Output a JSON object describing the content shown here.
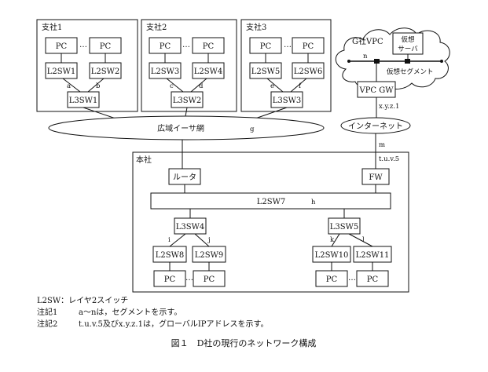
{
  "branches": [
    {
      "title": "支社1",
      "pc": "PC",
      "l2a": "L2SW1",
      "l2b": "L2SW2",
      "l3": "L3SW1",
      "sa": "a",
      "sb": "b"
    },
    {
      "title": "支社2",
      "pc": "PC",
      "l2a": "L2SW3",
      "l2b": "L2SW4",
      "l3": "L3SW2",
      "sa": "c",
      "sb": "d"
    },
    {
      "title": "支社3",
      "pc": "PC",
      "l2a": "L2SW5",
      "l2b": "L2SW6",
      "l3": "L3SW3",
      "sa": "e",
      "sb": "f"
    }
  ],
  "ellipsis": "…",
  "wan": {
    "label": "広域イーサ網",
    "seg": "g"
  },
  "vpc": {
    "title": "G社VPC",
    "server": "仮想\nサーバ",
    "seg": "n",
    "segment_label": "仮想セグメント",
    "gw": "VPC GW",
    "gw_addr": "x.y.z.1"
  },
  "internet": {
    "label": "インターネット",
    "seg": "m",
    "addr": "t.u.v.5"
  },
  "hq": {
    "title": "本社",
    "router": "ルータ",
    "fw": "FW",
    "l2sw7": "L2SW7",
    "seg_h": "h",
    "left": {
      "l3": "L3SW4",
      "sa": "i",
      "sb": "j",
      "l2a": "L2SW8",
      "l2b": "L2SW9",
      "pc": "PC"
    },
    "right": {
      "l3": "L3SW5",
      "sa": "k",
      "sb": "l",
      "l2a": "L2SW10",
      "l2b": "L2SW11",
      "pc": "PC"
    }
  },
  "notes": {
    "legend": "L2SW：レイヤ2スイッチ",
    "note1_head": "注記1",
    "note1_body": "a～nは，セグメントを示す。",
    "note2_head": "注記2",
    "note2_body": "t.u.v.5及びx.y.z.1は，グローバルIPアドレスを示す。"
  },
  "caption": "図１　D社の現行のネットワーク構成"
}
